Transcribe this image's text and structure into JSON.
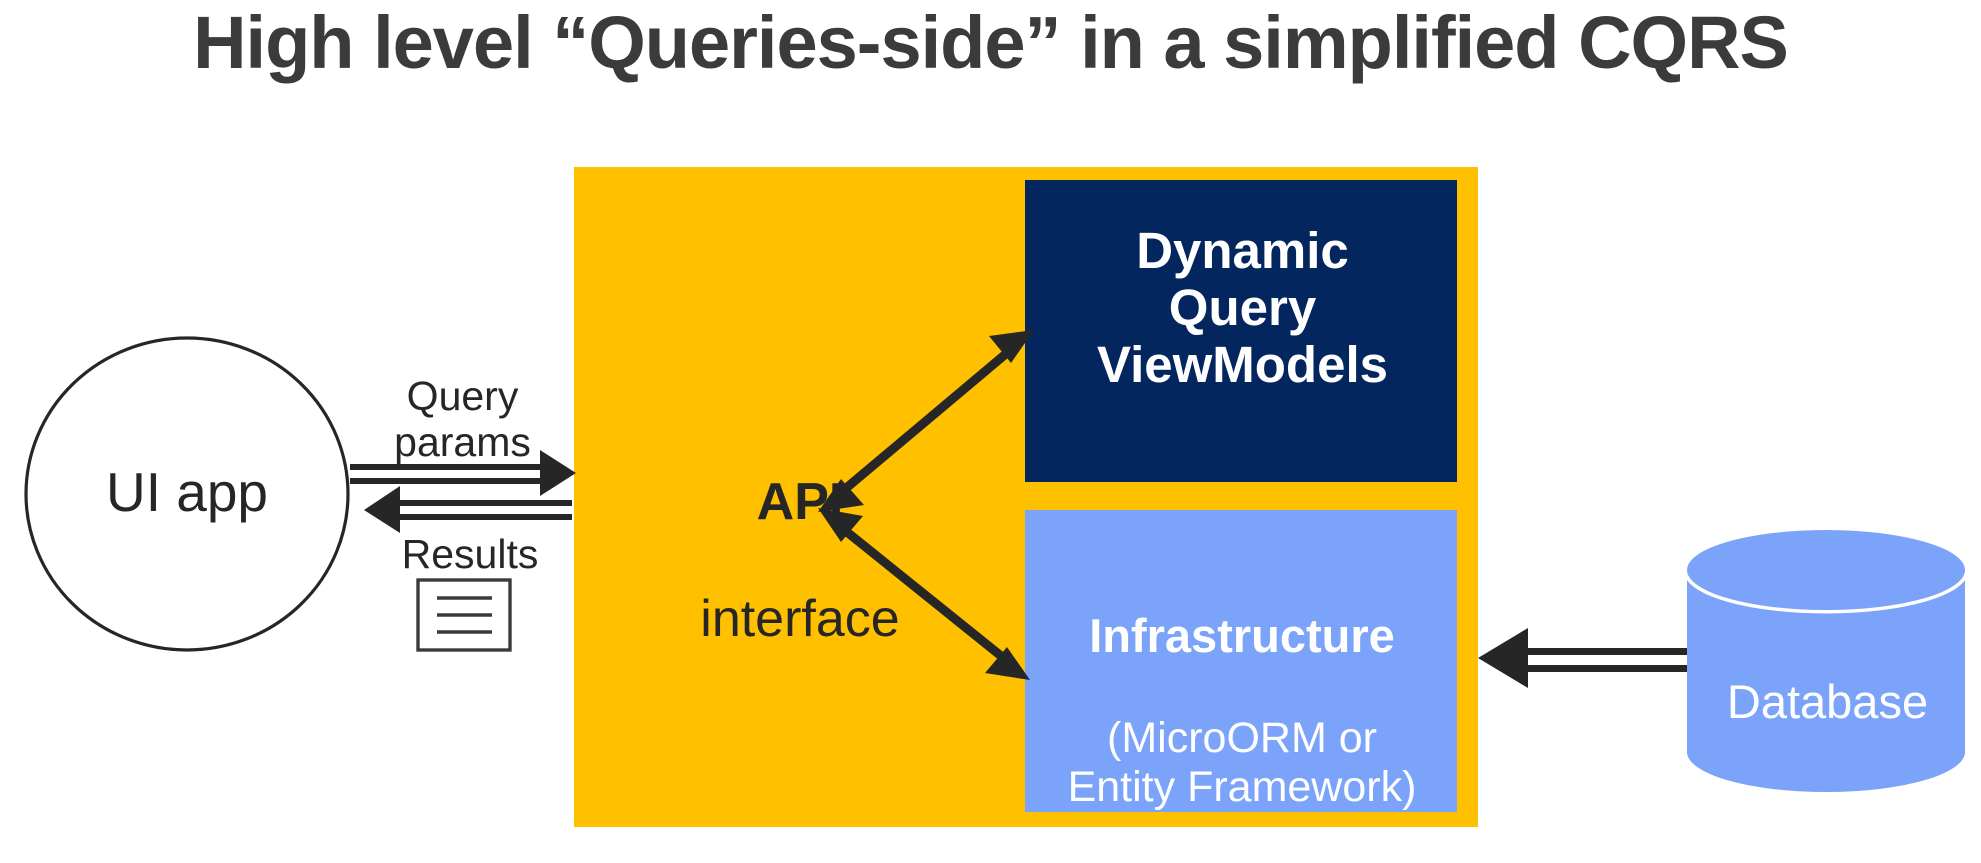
{
  "title": "High level “Queries-side” in a simplified CQRS",
  "colors": {
    "accent_yellow": "#FFC000",
    "navy": "#04265E",
    "light_blue": "#7BA3FA",
    "arrow_dark": "#262626",
    "text_dark": "#3B3B3B",
    "white": "#FFFFFF"
  },
  "nodes": {
    "ui_app": {
      "label": "UI app",
      "shape": "circle"
    },
    "api": {
      "label_strong": "API",
      "label_light": "interface",
      "shape": "container-box"
    },
    "viewmodels": {
      "label": "Dynamic\nQuery\nViewModels",
      "shape": "rectangle"
    },
    "infrastructure": {
      "label_strong": "Infrastructure",
      "label_light": "(MicroORM or\nEntity Framework)",
      "shape": "rectangle"
    },
    "database": {
      "label": "Database",
      "shape": "cylinder"
    }
  },
  "edges": {
    "query_params": {
      "label": "Query\nparams",
      "direction": "ui-app-to-api"
    },
    "results": {
      "label": "Results",
      "direction": "api-to-ui-app"
    },
    "api_viewmodels": {
      "label": "",
      "direction": "bidirectional"
    },
    "api_infrastructure": {
      "label": "",
      "direction": "bidirectional"
    },
    "database_infrastructure": {
      "label": "",
      "direction": "database-to-infrastructure"
    }
  },
  "icons": {
    "results_document": "document-lines-icon"
  }
}
